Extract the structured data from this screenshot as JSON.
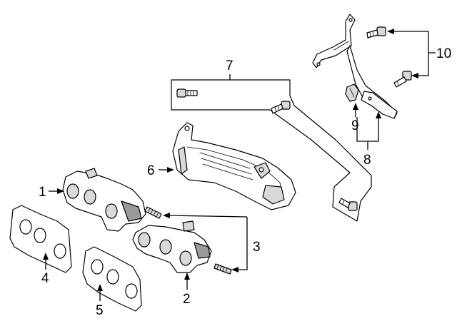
{
  "callouts": {
    "c1": "1",
    "c2": "2",
    "c3": "3",
    "c4": "4",
    "c5": "5",
    "c6": "6",
    "c7": "7",
    "c8": "8",
    "c9": "9",
    "c10": "10"
  },
  "colors": {
    "line": "#000000",
    "background": "#ffffff",
    "shade": "#d9d9d9"
  }
}
